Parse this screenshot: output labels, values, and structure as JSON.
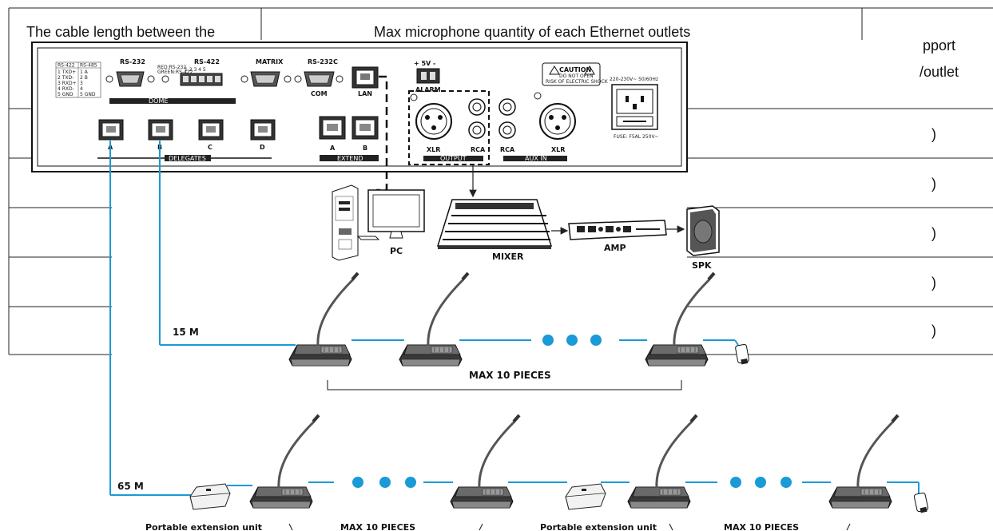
{
  "table": {
    "header_col1": "The cable length between the",
    "header_col2": "Max microphone quantity of each Ethernet outlets",
    "header_col3_line1": "pport",
    "header_col3_line2": "/outlet",
    "row_cells": [
      ")",
      ")",
      ")",
      ")",
      ")"
    ]
  },
  "panel": {
    "pinout_headers": [
      "RS-422",
      "RS-485"
    ],
    "pinout_rows": [
      [
        "1 TXD+",
        "1 A"
      ],
      [
        "2 TXD-",
        "2 B"
      ],
      [
        "3 RXD+",
        "3"
      ],
      [
        "4 RXD-",
        "4"
      ],
      [
        "5 GND",
        "5 GND"
      ]
    ],
    "rs232_label": "RS-232",
    "led_label_line1": "RED:RS-232",
    "led_label_line2": "GREEN:RS-422",
    "rs422_label": "RS-422",
    "rs422_pins": "1  2  3  4  5",
    "dome_label": "DOME",
    "matrix_label": "MATRIX",
    "rs232c_label": "RS-232C",
    "com_label": "COM",
    "lan_label": "LAN",
    "power_5v": "+  5V  -",
    "alarm_label": "ALARM",
    "caution_title": "CAUTION",
    "caution_line1": "DO NOT OPEN",
    "caution_line2": "RISK OF ELECTRIC SHOCK",
    "mains_label": "220-230V~  50/60Hz",
    "fuse_label": "FUSE: F5AL  250V~",
    "xlr_out": "XLR",
    "rca_out": "RCA",
    "output_label": "OUTPUT",
    "rca_in": "RCA",
    "xlr_in": "XLR",
    "aux_in_label": "AUX IN",
    "delegate_ports": [
      "A",
      "B",
      "C",
      "D"
    ],
    "delegates_label": "DELEGATES",
    "extend_ports": [
      "A",
      "B"
    ],
    "extend_label": "EXTEND"
  },
  "devices": {
    "pc": "PC",
    "mixer": "MIXER",
    "amp": "AMP",
    "spk": "SPK"
  },
  "runs": {
    "run1_distance": "15 M",
    "run1_caption": "MAX 10 PIECES",
    "run2_distance": "65 M",
    "extension_unit_1": "Portable extension unit",
    "run2_caption_1": "MAX 10 PIECES",
    "extension_unit_2": "Portable extension unit",
    "run2_caption_2": "MAX 10 PIECES"
  },
  "colors": {
    "cable": "#1a9ad6",
    "dot": "#1a9ad6",
    "panel_border": "#111111",
    "dark": "#222222"
  }
}
